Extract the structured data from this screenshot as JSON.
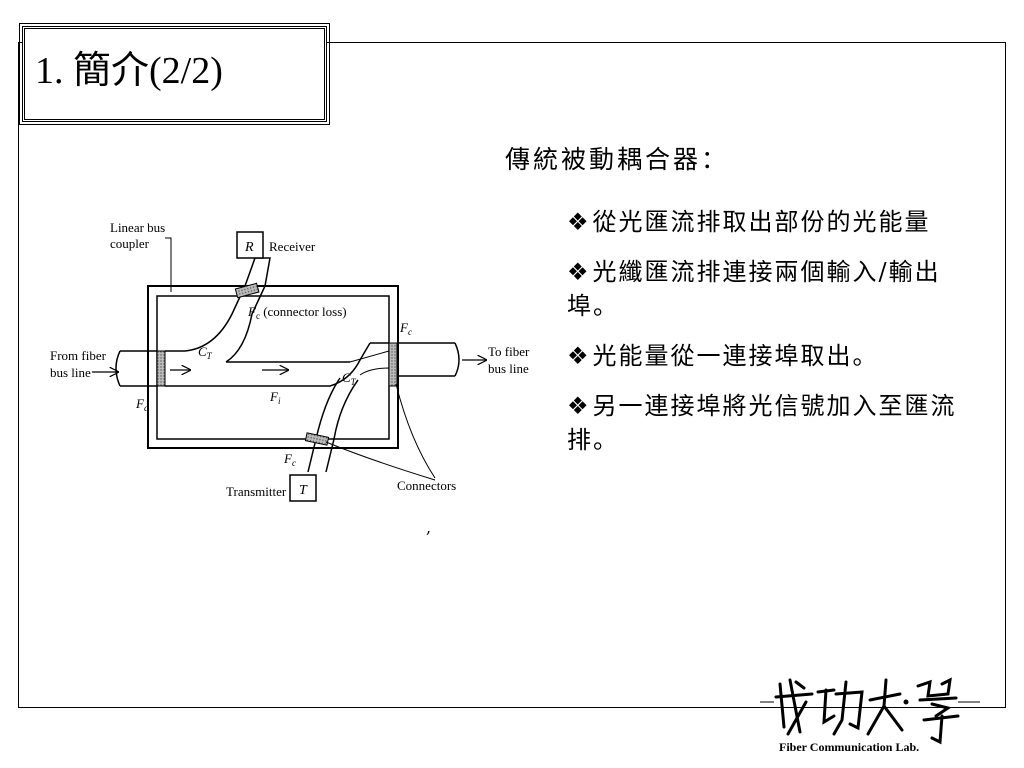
{
  "slide": {
    "title": "1. 簡介(2/2)",
    "subhead": "傳統被動耦合器：",
    "bullet_mark": "❖",
    "bullets": [
      "從光匯流排取出部份的光能量",
      "光纖匯流排連接兩個輸入/輸出埠。",
      "光能量從一連接埠取出。",
      "另一連接埠將光信號加入至匯流排。"
    ],
    "stray_mark": ","
  },
  "diagram": {
    "label_coupler_1": "Linear bus",
    "label_coupler_2": "coupler",
    "receiver_box": "R",
    "receiver_label": "Receiver",
    "connector_loss": "F",
    "connector_loss_sub": "c",
    "connector_loss_text": " (connector loss)",
    "from_fiber_1": "From fiber",
    "from_fiber_2": "bus line",
    "to_fiber_1": "To fiber",
    "to_fiber_2": "bus line",
    "fc": "F",
    "fc_sub": "c",
    "ct": "C",
    "ct_sub": "T",
    "fi": "F",
    "fi_sub": "i",
    "transmitter_box": "T",
    "transmitter_label": "Transmitter",
    "connectors_label": "Connectors"
  },
  "footer": {
    "logo_text": "成功大學",
    "lab_name": "Fiber Communication Lab."
  }
}
